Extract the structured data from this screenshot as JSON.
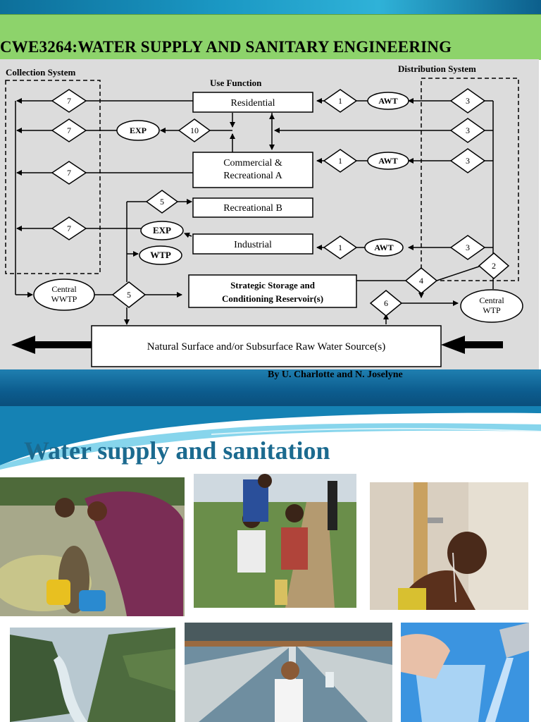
{
  "header": {
    "course_title": "CWE3264:WATER SUPPLY AND SANITARY ENGINEERING",
    "byline": "By U. Charlotte and N. Joselyne"
  },
  "diagram": {
    "section_labels": {
      "collection": "Collection System",
      "use": "Use Function",
      "distribution": "Distribution System"
    },
    "use_boxes": {
      "residential": "Residential",
      "commercial_line1": "Commercial &",
      "commercial_line2": "Recreational A",
      "recreational_b": "Recreational B",
      "industrial": "Industrial",
      "storage_line1": "Strategic Storage and",
      "storage_line2": "Conditioning Reservoir(s)",
      "source": "Natural Surface and/or Subsurface Raw Water Source(s)"
    },
    "ovals": {
      "awt": "AWT",
      "exp": "EXP",
      "wtp": "WTP",
      "central_wwtp_line1": "Central",
      "central_wwtp_line2": "WWTP",
      "central_wtp_line1": "Central",
      "central_wtp_line2": "WTP"
    },
    "diamond_numbers": {
      "n1": "1",
      "n2": "2",
      "n3": "3",
      "n4": "4",
      "n5": "5",
      "n6": "6",
      "n7": "7",
      "n10": "10"
    }
  },
  "slide2": {
    "title": "Water supply and sanitation"
  },
  "colors": {
    "title_bar": "#8dd36b",
    "diagram_bg": "#dcdcdc",
    "band_blue": "#0c5c8e",
    "slide2_title": "#1b6a8f"
  }
}
